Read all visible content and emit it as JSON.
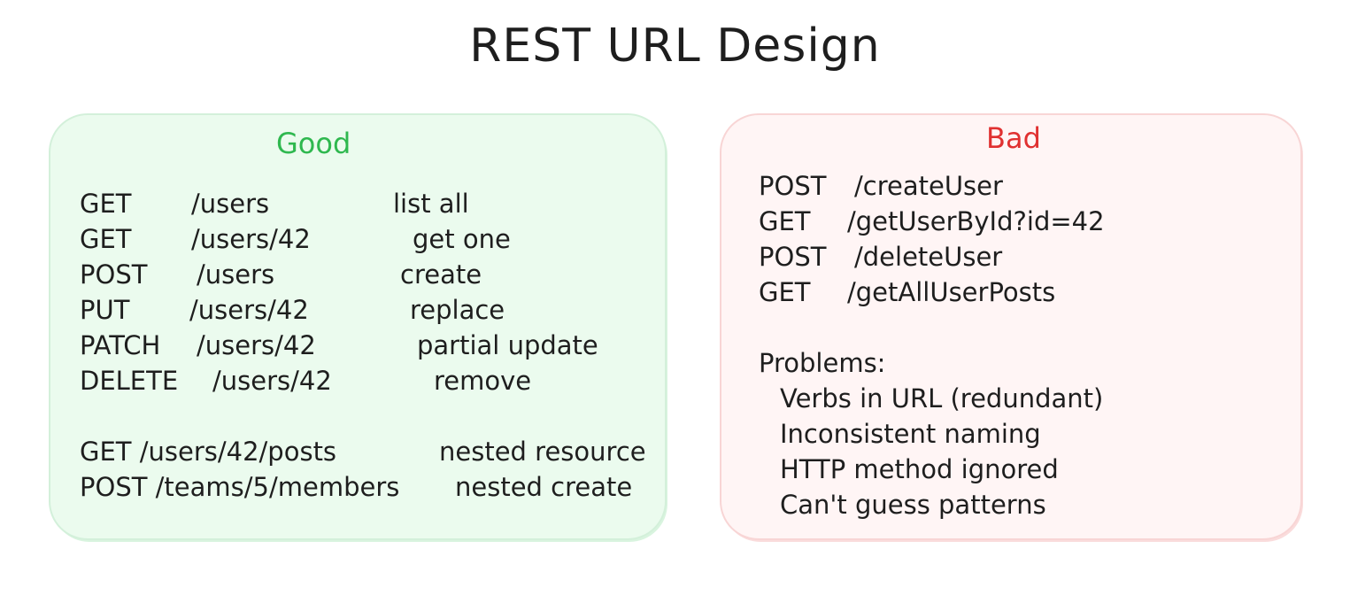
{
  "title": "REST URL Design",
  "colors": {
    "good_heading": "#2fb84f",
    "bad_heading": "#e03131",
    "good_fill": "#ebfbee",
    "bad_fill": "#fff5f5",
    "text": "#1e1e1e"
  },
  "good": {
    "heading": "Good",
    "rows": [
      {
        "method": "GET",
        "path": "/users",
        "desc": "list all"
      },
      {
        "method": "GET",
        "path": "/users/42",
        "desc": "get one"
      },
      {
        "method": "POST",
        "path": "/users",
        "desc": "create"
      },
      {
        "method": "PUT",
        "path": "/users/42",
        "desc": "replace"
      },
      {
        "method": "PATCH",
        "path": "/users/42",
        "desc": "partial update"
      },
      {
        "method": "DELETE",
        "path": "/users/42",
        "desc": "remove"
      }
    ],
    "nested": [
      {
        "url": "GET /users/42/posts",
        "desc": "nested resource"
      },
      {
        "url": "POST /teams/5/members",
        "desc": "nested create"
      }
    ]
  },
  "bad": {
    "heading": "Bad",
    "rows": [
      {
        "method": "POST",
        "path": "/createUser"
      },
      {
        "method": "GET",
        "path": "/getUserById?id=42"
      },
      {
        "method": "POST",
        "path": "/deleteUser"
      },
      {
        "method": "GET",
        "path": "/getAllUserPosts"
      }
    ],
    "problems_label": "Problems:",
    "problems": [
      "Verbs in URL (redundant)",
      "Inconsistent naming",
      "HTTP method ignored",
      "Can't guess patterns"
    ]
  }
}
